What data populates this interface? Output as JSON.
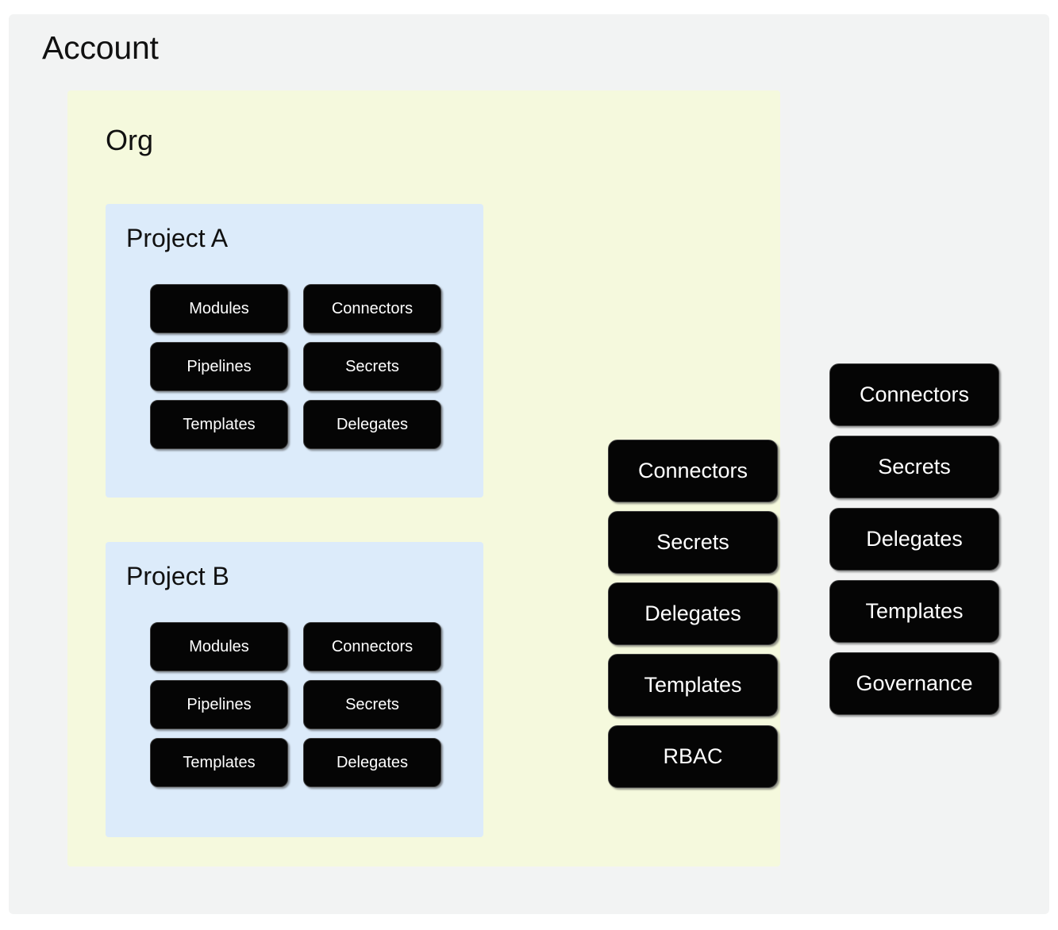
{
  "diagram": {
    "title": "Account",
    "background_color": "#f2f3f3",
    "account_panel_color": "#f2f3f3",
    "org_panel_color": "#f5f9dd",
    "project_panel_color": "#dcebfa",
    "chip_fill_color": "#050505",
    "chip_text_color": "#ffffff"
  },
  "account": {
    "label": "Account",
    "scope_items": [
      {
        "label": "Connectors"
      },
      {
        "label": "Secrets"
      },
      {
        "label": "Delegates"
      },
      {
        "label": "Templates"
      },
      {
        "label": "Governance"
      }
    ]
  },
  "org": {
    "label": "Org",
    "scope_items": [
      {
        "label": "Connectors"
      },
      {
        "label": "Secrets"
      },
      {
        "label": "Delegates"
      },
      {
        "label": "Templates"
      },
      {
        "label": "RBAC"
      }
    ]
  },
  "projects": [
    {
      "label": "Project A",
      "items": [
        {
          "label": "Modules"
        },
        {
          "label": "Connectors"
        },
        {
          "label": "Pipelines"
        },
        {
          "label": "Secrets"
        },
        {
          "label": "Templates"
        },
        {
          "label": "Delegates"
        }
      ]
    },
    {
      "label": "Project B",
      "items": [
        {
          "label": "Modules"
        },
        {
          "label": "Connectors"
        },
        {
          "label": "Pipelines"
        },
        {
          "label": "Secrets"
        },
        {
          "label": "Templates"
        },
        {
          "label": "Delegates"
        }
      ]
    }
  ]
}
